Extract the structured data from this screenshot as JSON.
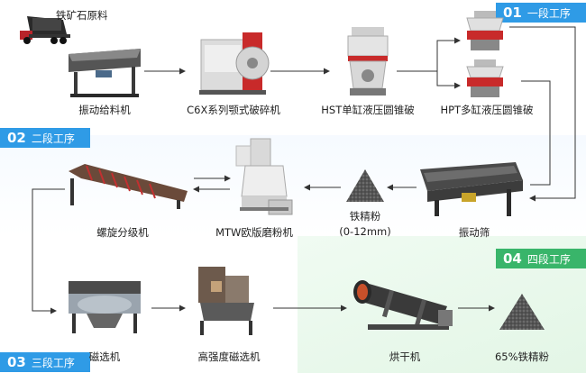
{
  "stages": [
    {
      "num": "01",
      "label": "一段工序"
    },
    {
      "num": "02",
      "label": "二段工序"
    },
    {
      "num": "03",
      "label": "三段工序"
    },
    {
      "num": "04",
      "label": "四段工序"
    }
  ],
  "labels": {
    "raw_material": "铁矿石原料",
    "vibrating_feeder": "振动给料机",
    "jaw_crusher": "C6X系列颚式破碎机",
    "hst_cone": "HST单缸液压圆锥破",
    "hpt_cone": "HPT多缸液压圆锥破",
    "vibrating_screen": "振动筛",
    "iron_powder": "铁精粉",
    "iron_powder_size": "(0-12mm)",
    "mtw_mill": "MTW欧版磨粉机",
    "spiral_classifier": "螺旋分级机",
    "magnetic_separator": "磁选机",
    "high_intensity_separator": "高强度磁选机",
    "dryer": "烘干机",
    "final_product": "65%铁精粉"
  },
  "colors": {
    "stage_blue": "#2f9be6",
    "stage_green": "#39b56a",
    "arrow": "#333333"
  }
}
